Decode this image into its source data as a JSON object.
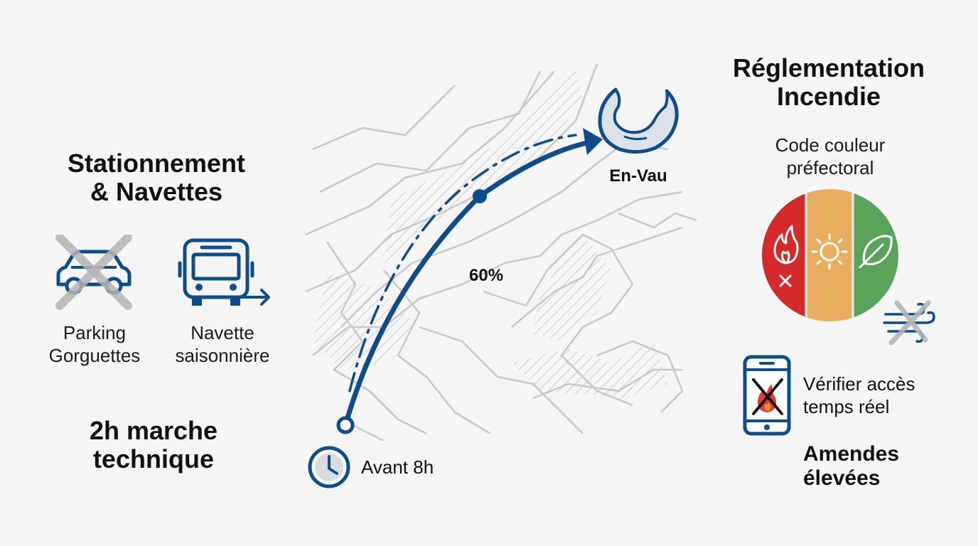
{
  "left": {
    "title_line1": "Stationnement",
    "title_line2": "& Navettes",
    "parking": {
      "line1": "Parking",
      "line2": "Gorguettes",
      "icon": "car-crossed-icon"
    },
    "shuttle": {
      "line1": "Navette",
      "line2": "saisonnière",
      "icon": "bus-arrow-icon"
    },
    "hike_line1": "2h marche",
    "hike_line2": "technique"
  },
  "map": {
    "destination": "En-Vau",
    "progress": "60%",
    "progress_value": 0.6,
    "start_time": "Avant 8h",
    "destination_icon": "calanque-icon",
    "clock_icon": "clock-icon"
  },
  "right": {
    "title_line1": "Réglementation",
    "title_line2": "Incendie",
    "code_line1": "Code couleur",
    "code_line2": "préfectoral",
    "levels": [
      {
        "color": "#d42a2a",
        "icon": "fire-crossed-icon"
      },
      {
        "color": "#e8ad5e",
        "icon": "sun-icon"
      },
      {
        "color": "#5aa35a",
        "icon": "leaf-icon"
      }
    ],
    "wind_icon": "wind-crossed-icon",
    "phone_icon": "phone-no-fire-icon",
    "check_line1": "Vérifier accès",
    "check_line2": "temps réel",
    "fines_line1": "Amendes",
    "fines_line2": "élevées"
  },
  "colors": {
    "accent": "#0f4c8a",
    "map_lines": "#c9c9c9",
    "crossout": "#b5b5b5"
  }
}
